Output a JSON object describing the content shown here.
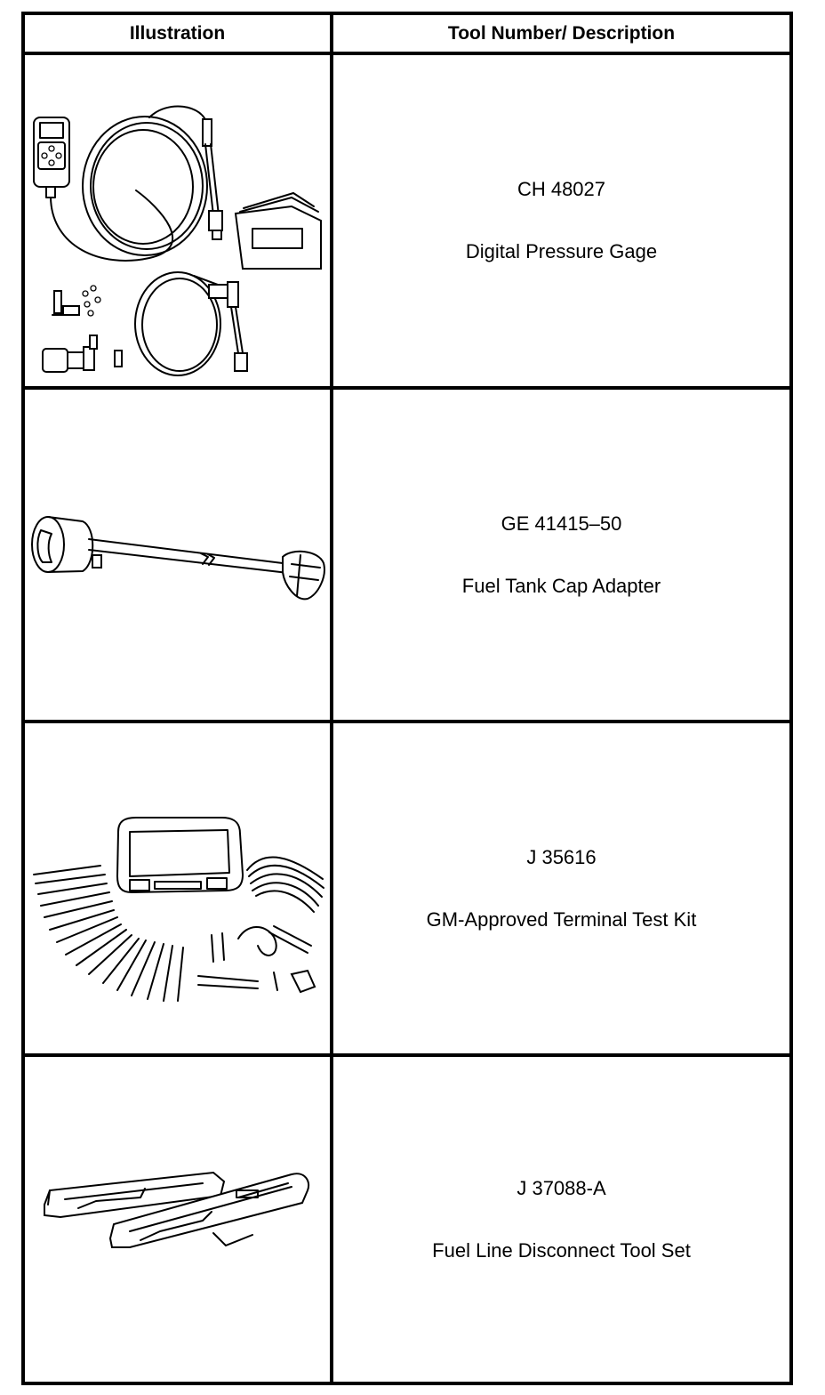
{
  "table": {
    "headers": {
      "illustration": "Illustration",
      "description": "Tool Number/ Description"
    },
    "rows": [
      {
        "tool_number": "CH 48027",
        "description": "Digital Pressure Gage",
        "illustration_icon": "digital-pressure-gage-icon"
      },
      {
        "tool_number": "GE 41415–50",
        "description": "Fuel Tank Cap Adapter",
        "illustration_icon": "fuel-tank-cap-adapter-icon"
      },
      {
        "tool_number": "J 35616",
        "description": "GM-Approved Terminal Test Kit",
        "illustration_icon": "terminal-test-kit-icon"
      },
      {
        "tool_number": "J 37088-A",
        "description": "Fuel Line Disconnect Tool Set",
        "illustration_icon": "fuel-line-disconnect-tool-icon"
      }
    ]
  }
}
